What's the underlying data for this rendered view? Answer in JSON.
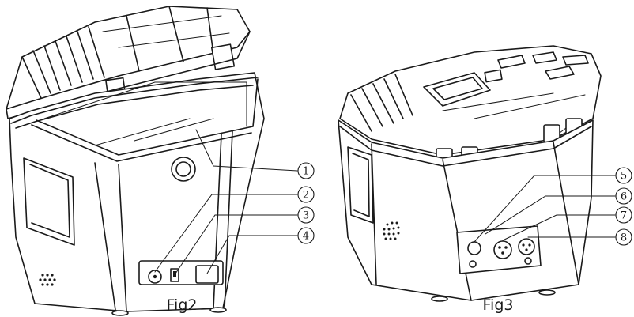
{
  "figures": [
    {
      "caption": "Fig2",
      "callouts": [
        "1",
        "2",
        "3",
        "4"
      ]
    },
    {
      "caption": "Fig3",
      "callouts": [
        "5",
        "6",
        "7",
        "8"
      ]
    }
  ],
  "colors": {
    "line": "#1a1a1a",
    "background": "#ffffff"
  }
}
